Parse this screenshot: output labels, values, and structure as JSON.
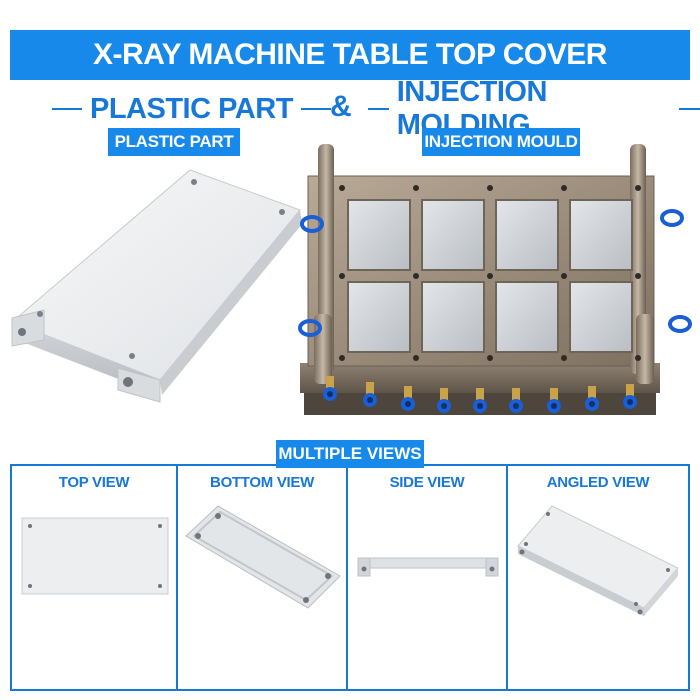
{
  "title": "X-RAY MACHINE TABLE TOP COVER",
  "left_header": "PLASTIC PART",
  "ampersand": "&",
  "right_header": "INJECTION MOLDING",
  "left_pill": "PLASTIC PART",
  "right_pill": "INJECTION MOULD",
  "views_label": "MULTIPLE VIEWS",
  "views": [
    {
      "label": "TOP VIEW"
    },
    {
      "label": "BOTTOM VIEW"
    },
    {
      "label": "SIDE VIEW"
    },
    {
      "label": "ANGLED VIEW"
    }
  ],
  "colors": {
    "accent": "#1689ea",
    "accent_dark": "#1878d8",
    "fitting": "#1a5fd6"
  }
}
